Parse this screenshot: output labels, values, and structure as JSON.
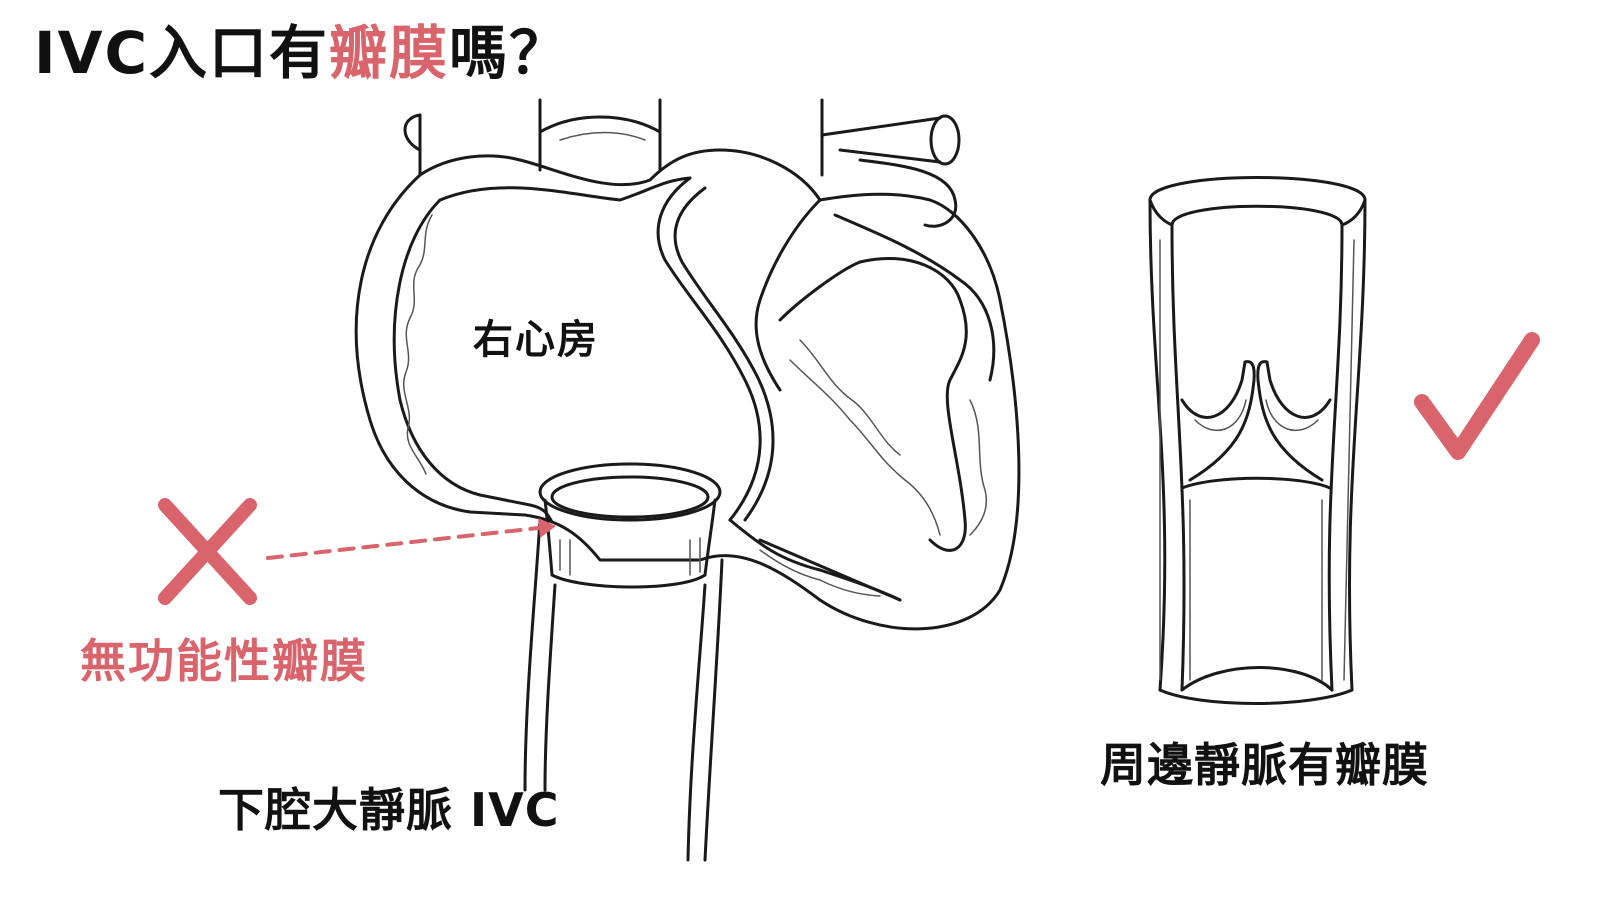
{
  "title": {
    "before": "IVC入口有",
    "highlight": "瓣膜",
    "after": "嗎？"
  },
  "labels": {
    "right_atrium": "右心房",
    "ivc": "下腔大靜脈 IVC",
    "nonfunctional_valve": "無功能性瓣膜",
    "peripheral_vein": "周邊靜脈有瓣膜"
  },
  "colors": {
    "accent": "#d9646c",
    "text": "#111111",
    "line": "#1a1a1a"
  },
  "icons": {
    "wrong": "x-mark-icon",
    "correct": "check-mark-icon"
  }
}
